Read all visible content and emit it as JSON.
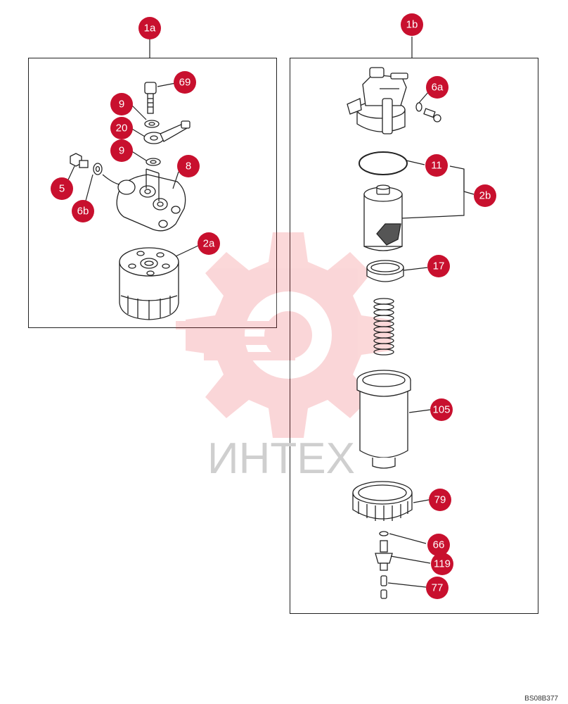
{
  "watermark_text": "ИНТЕХ",
  "drawing_code": "BS08B377",
  "colors": {
    "badge": "#c8102e",
    "line": "#222222",
    "watermark": "#e7252d"
  },
  "callouts": {
    "c1a": "1a",
    "c1b": "1b",
    "c69": "69",
    "c9a": "9",
    "c20": "20",
    "c9b": "9",
    "c8": "8",
    "c5": "5",
    "c6b": "6b",
    "c2a": "2a",
    "c6a": "6a",
    "c11": "11",
    "c2b": "2b",
    "c17": "17",
    "c105": "105",
    "c79": "79",
    "c66": "66",
    "c119": "119",
    "c77": "77"
  }
}
